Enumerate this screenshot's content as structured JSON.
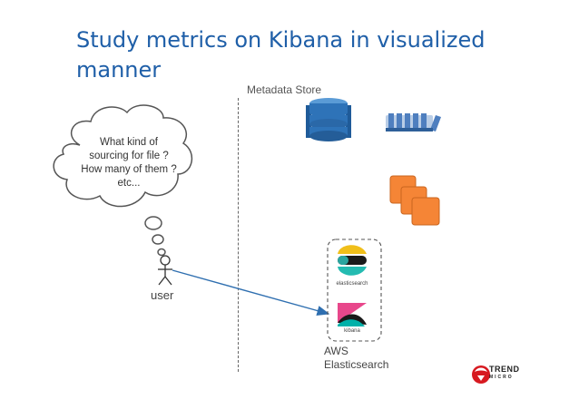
{
  "slide": {
    "title_lines": [
      "Study metrics on Kibana in visualized",
      "manner"
    ]
  },
  "labels": {
    "metadata_store": "Metadata Store",
    "user": "user",
    "aws_elasticsearch_lines": [
      "AWS",
      "Elasticsearch"
    ]
  },
  "thought_bubble": {
    "lines": [
      "What kind of",
      "sourcing for file ?",
      "How many of them ?",
      "etc..."
    ]
  },
  "logos": {
    "elasticsearch_caption": "elasticsearch",
    "kibana_caption": "kibana",
    "brand_name": "TREND",
    "brand_sub": "MICRO"
  },
  "colors": {
    "title": "#1f5fa8",
    "dynamodb_blue": "#2e73b8",
    "aws_orange": "#f58536",
    "arrow": "#2f6fb0"
  },
  "icons": [
    "dynamodb-icon",
    "kinesis-icon",
    "ec2-instances-icon",
    "elasticsearch-logo-icon",
    "kibana-logo-icon",
    "trend-micro-logo-icon"
  ]
}
